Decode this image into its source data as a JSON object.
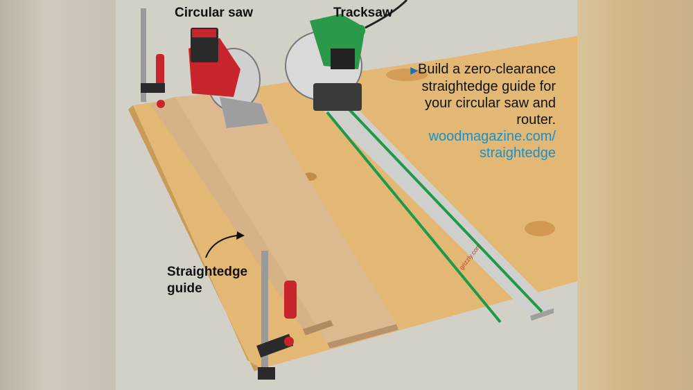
{
  "labels": {
    "circular_saw": "Circular saw",
    "tracksaw": "Tracksaw",
    "straightedge_guide": "Straightedge guide"
  },
  "caption": {
    "text": "Build a zero-clearance straightedge guide for your circular saw and router.",
    "link": "woodmagazine.com/ straightedge"
  },
  "track_text": "grizzly.com",
  "colors": {
    "plywood": "#e2b874",
    "guide_board": "#d9b488",
    "track": "#cfcfcb",
    "track_stripe": "#1c9a4a",
    "link": "#1a8fc9"
  }
}
